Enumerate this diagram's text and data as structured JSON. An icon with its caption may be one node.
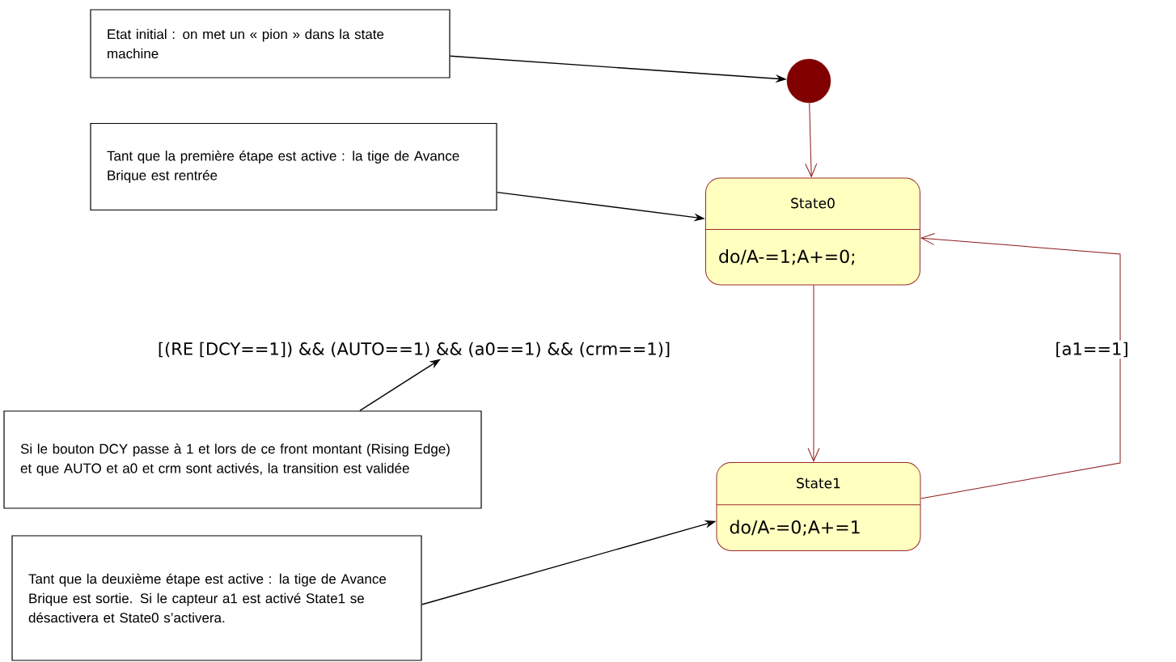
{
  "diagram": {
    "nodes": [
      {
        "text": [
          "Etat initial : on met un « pion » dans la state machine"
        ]
      },
      {
        "text": [],
        "shape": "circle"
      },
      {
        "text": [
          "Tant que la première étape est active : la tige de Avance Brique est rentrée"
        ]
      },
      {
        "text": [
          "State0",
          "do/A-=1;A+=0;"
        ]
      },
      {
        "text": [
          "[(RE [DCY==1]) && (AUTO==1) && (a0==1) && (crm==1)]"
        ]
      },
      {
        "text": [
          "Si le bouton DCY passe à 1 et lors de ce front montant (Rising Edge) et que AUTO et a0 et crm sont activés, la transition est validée"
        ]
      },
      {
        "text": [
          "State1",
          "do/A-=0;A+=1"
        ]
      },
      {
        "text": [
          "Tant que la deuxième étape est active : la tige de Avance Brique est sortie. Si le capteur a1 est activé State1 se désactivera et State0 s’activera."
        ]
      }
    ],
    "edges": [
      {
        "from": 0,
        "to": 1,
        "arrow": "to"
      },
      {
        "from": 1,
        "to": 3,
        "arrow": "to",
        "color": "#8b1a1a"
      },
      {
        "from": 2,
        "to": 3,
        "arrow": "to"
      },
      {
        "from": 5,
        "to": 4,
        "arrow": "to"
      },
      {
        "from": 3,
        "to": 6,
        "arrow": "to",
        "color": "#8b1a1a"
      },
      {
        "from": 6,
        "to": 3,
        "arrow": "to",
        "label": "[a1==1]",
        "color": "#8b1a1a"
      },
      {
        "from": 7,
        "to": 6,
        "arrow": "to"
      }
    ]
  }
}
